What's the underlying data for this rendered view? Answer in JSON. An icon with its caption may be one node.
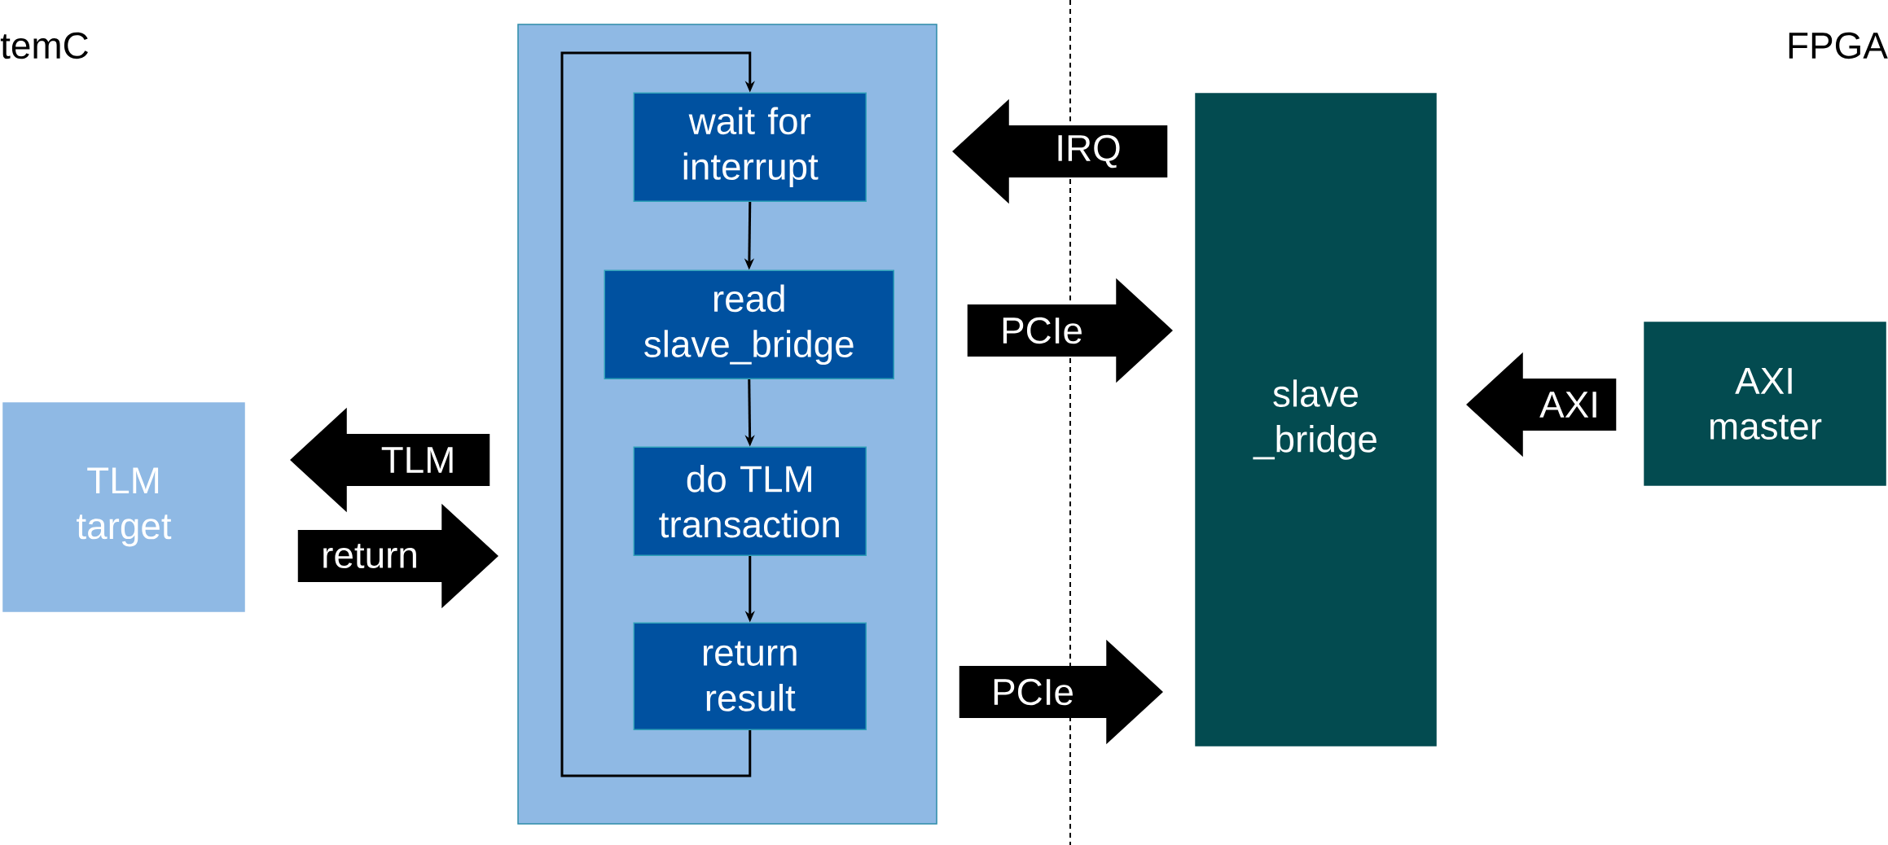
{
  "diagram": {
    "nodes": [
      {
        "text": [],
        "shape": "box"
      },
      {
        "text": [
          "wait for interrupt"
        ],
        "in": 0
      },
      {
        "text": [
          "read slave_bridge"
        ],
        "in": 0
      },
      {
        "text": [
          "do TLM transaction"
        ],
        "in": 0
      },
      {
        "text": [
          "return result"
        ],
        "in": 0
      },
      {
        "text": [
          "TLM target"
        ]
      },
      {
        "text": [
          "slave _bridge"
        ]
      },
      {
        "text": [
          "AXI master"
        ]
      }
    ],
    "edges": [
      {
        "from": 1,
        "to": 2,
        "arrow": "to"
      },
      {
        "from": 2,
        "to": 3,
        "arrow": "to"
      },
      {
        "from": 3,
        "to": 4,
        "arrow": "to"
      },
      {
        "from": 4,
        "to": 1,
        "arrow": "to"
      },
      {
        "from": 0,
        "to": 5,
        "arrow": "to",
        "label": "TLM"
      },
      {
        "from": 5,
        "to": 0,
        "arrow": "to",
        "label": "return"
      },
      {
        "from": 6,
        "to": 0,
        "arrow": "to",
        "label": "IRQ"
      },
      {
        "from": 0,
        "to": 6,
        "arrow": "to",
        "label": "PCIe"
      },
      {
        "from": 0,
        "to": 6,
        "arrow": "to",
        "label": "PCIe"
      },
      {
        "from": 7,
        "to": 6,
        "arrow": "to",
        "label": "AXI"
      }
    ],
    "labels": [
      "temC",
      "FPGA"
    ]
  }
}
